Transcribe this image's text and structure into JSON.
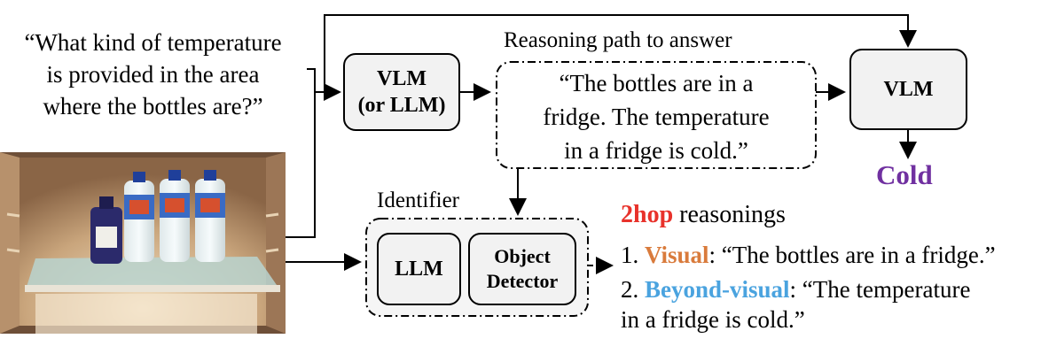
{
  "question": {
    "lines": [
      "“What kind of temperature",
      "is provided in the area",
      "where the bottles are?”"
    ]
  },
  "vlm_box": {
    "line1": "VLM",
    "line2": "(or LLM)"
  },
  "reasoning_path": {
    "title": "Reasoning path to answer",
    "lines": [
      "“The bottles are in a",
      "fridge. The temperature",
      "in a fridge is cold.”"
    ]
  },
  "vlm_box2": {
    "label": "VLM"
  },
  "answer": "Cold",
  "identifier": {
    "title": "Identifier",
    "llm_label": "LLM",
    "detector_line1": "Object",
    "detector_line2": "Detector"
  },
  "hop": {
    "title_highlight": "2hop",
    "title_rest": " reasonings",
    "item1_prefix": "1. ",
    "item1_label": "Visual",
    "item1_text": ": “The bottles are in a fridge.”",
    "item2_prefix": "2. ",
    "item2_label": "Beyond-visual",
    "item2_text": ": “The temperature",
    "item2_cont": "in a fridge is cold.”"
  },
  "colors": {
    "answer": "#7030a0",
    "hop_highlight": "#e8322b",
    "visual": "#d97b3c",
    "beyond_visual": "#4aa3df",
    "box_fill": "#f2f2f2"
  },
  "image": {
    "icon": "fridge-photo"
  }
}
